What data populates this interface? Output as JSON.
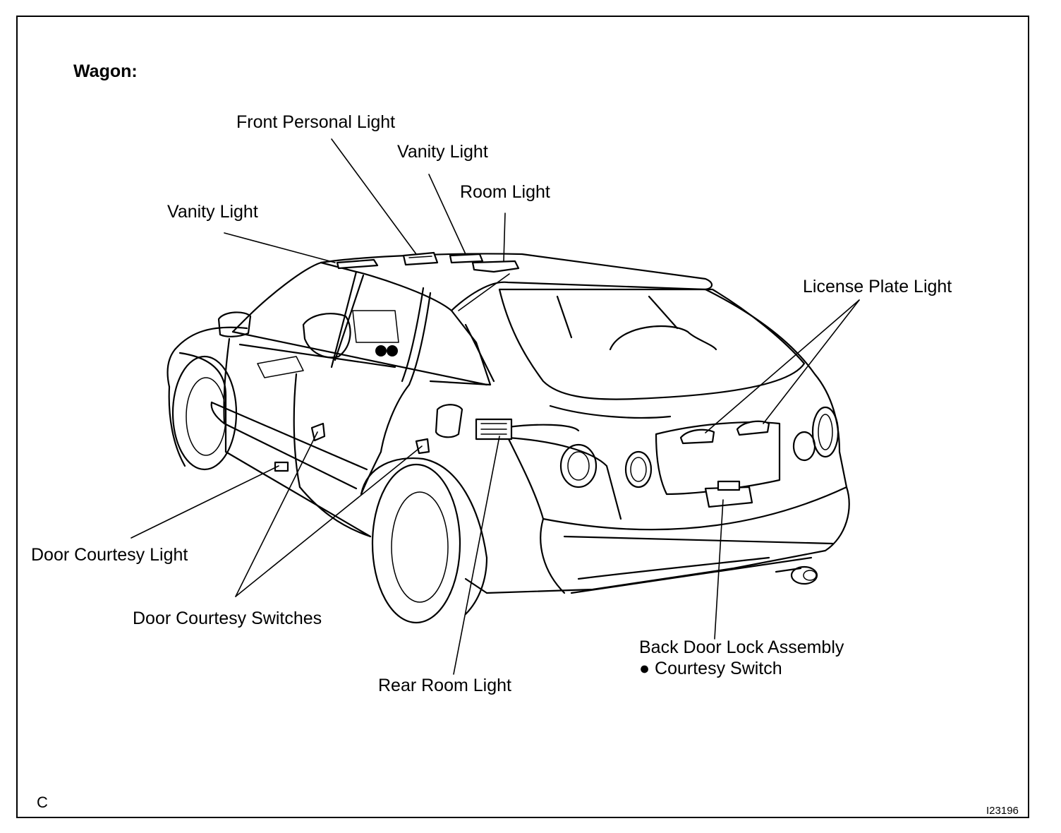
{
  "diagram": {
    "title": "Wagon:",
    "corner_letter": "C",
    "figure_code": "I23196",
    "labels": {
      "front_personal_light": "Front Personal Light",
      "vanity_light_right": "Vanity Light",
      "room_light": "Room Light",
      "vanity_light_left": "Vanity Light",
      "license_plate_light": "License Plate Light",
      "door_courtesy_light": "Door Courtesy Light",
      "door_courtesy_switches": "Door Courtesy Switches",
      "rear_room_light": "Rear Room Light",
      "back_door_lock_assembly": "Back Door Lock Assembly",
      "courtesy_switch": "● Courtesy Switch"
    }
  }
}
